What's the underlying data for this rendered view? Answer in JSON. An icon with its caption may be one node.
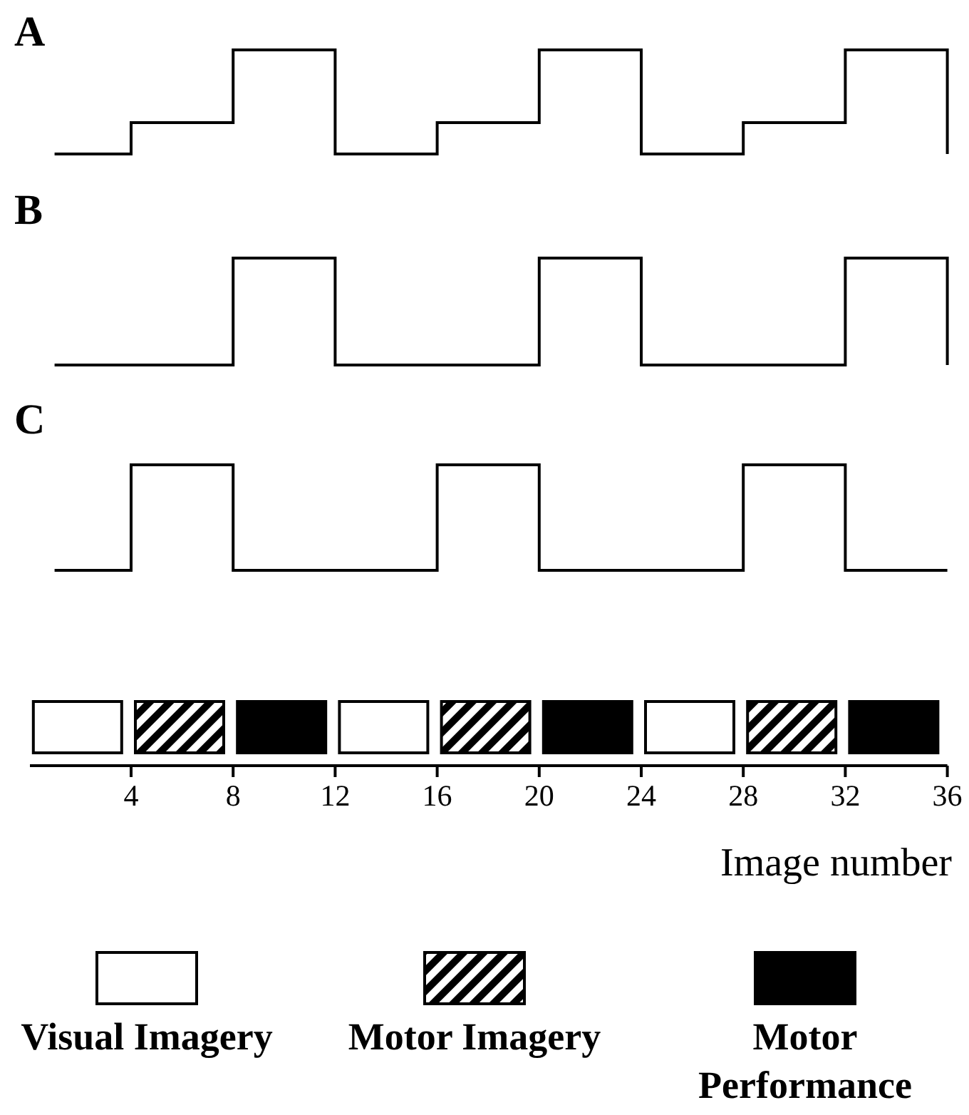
{
  "diagram": {
    "labels": [
      "A",
      "B",
      "C",
      "4",
      "8",
      "12",
      "16",
      "20",
      "24",
      "28",
      "32",
      "36",
      "Image number"
    ],
    "legend": [
      {
        "text": "Visual Imagery",
        "color": "#ffffff"
      },
      {
        "text": "Motor Imagery"
      },
      {
        "text": "Motor Performance",
        "color": "#000000"
      }
    ]
  }
}
